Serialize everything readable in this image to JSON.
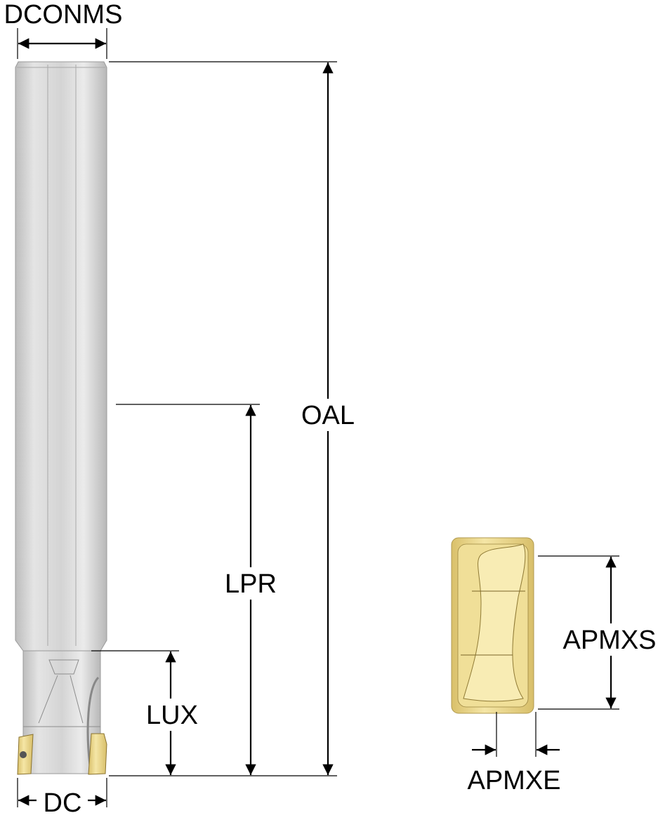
{
  "labels": {
    "dconms": "DCONMS",
    "oal": "OAL",
    "lpr": "LPR",
    "lux": "LUX",
    "dc": "DC",
    "apmxs": "APMXS",
    "apmxe": "APMXE"
  },
  "colors": {
    "shank": "#d6d6d6",
    "insert": "#e8d48a",
    "line": "#000000"
  }
}
